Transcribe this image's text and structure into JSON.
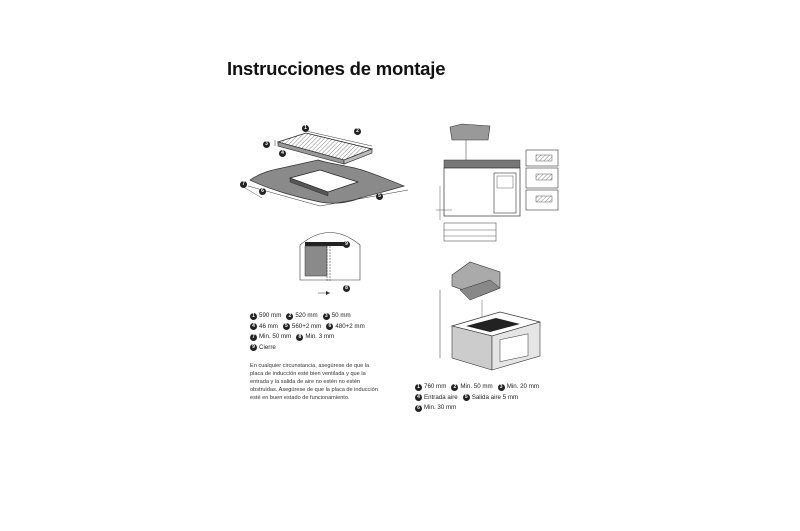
{
  "title": "Instrucciones de montaje",
  "legend_left": [
    {
      "n": "1",
      "text": "590 mm"
    },
    {
      "n": "2",
      "text": "520 mm"
    },
    {
      "n": "3",
      "text": "50 mm"
    },
    {
      "n": "4",
      "text": "46 mm"
    },
    {
      "n": "5",
      "text": "560+2 mm"
    },
    {
      "n": "6",
      "text": "480+2 mm"
    },
    {
      "n": "7",
      "text": "Min. 50 mm"
    },
    {
      "n": "8",
      "text": "Min. 3 mm"
    },
    {
      "n": "9",
      "text": "Cierre"
    }
  ],
  "note": "En cualquier circunstancia, asegúrese de que la placa de inducción esté bien ventilada y que la entrada y la salida de aire no estén no estén obstruidas. Asegúrese de que la placa de inducción esté en buen estado de funcionamiento.",
  "legend_right": [
    {
      "n": "1",
      "text": "760 mm"
    },
    {
      "n": "2",
      "text": "Min. 50 mm"
    },
    {
      "n": "3",
      "text": "Min. 20 mm"
    },
    {
      "n": "4",
      "text": "Entrada aire"
    },
    {
      "n": "5",
      "text": "Salida aire 5 mm"
    },
    {
      "n": "6",
      "text": "Min. 30 mm"
    }
  ],
  "callouts": {
    "c1": "1",
    "c2": "2",
    "c3": "3",
    "c4": "4",
    "c5": "5",
    "c6": "6",
    "c7": "7",
    "c8": "8",
    "c9": "9"
  }
}
